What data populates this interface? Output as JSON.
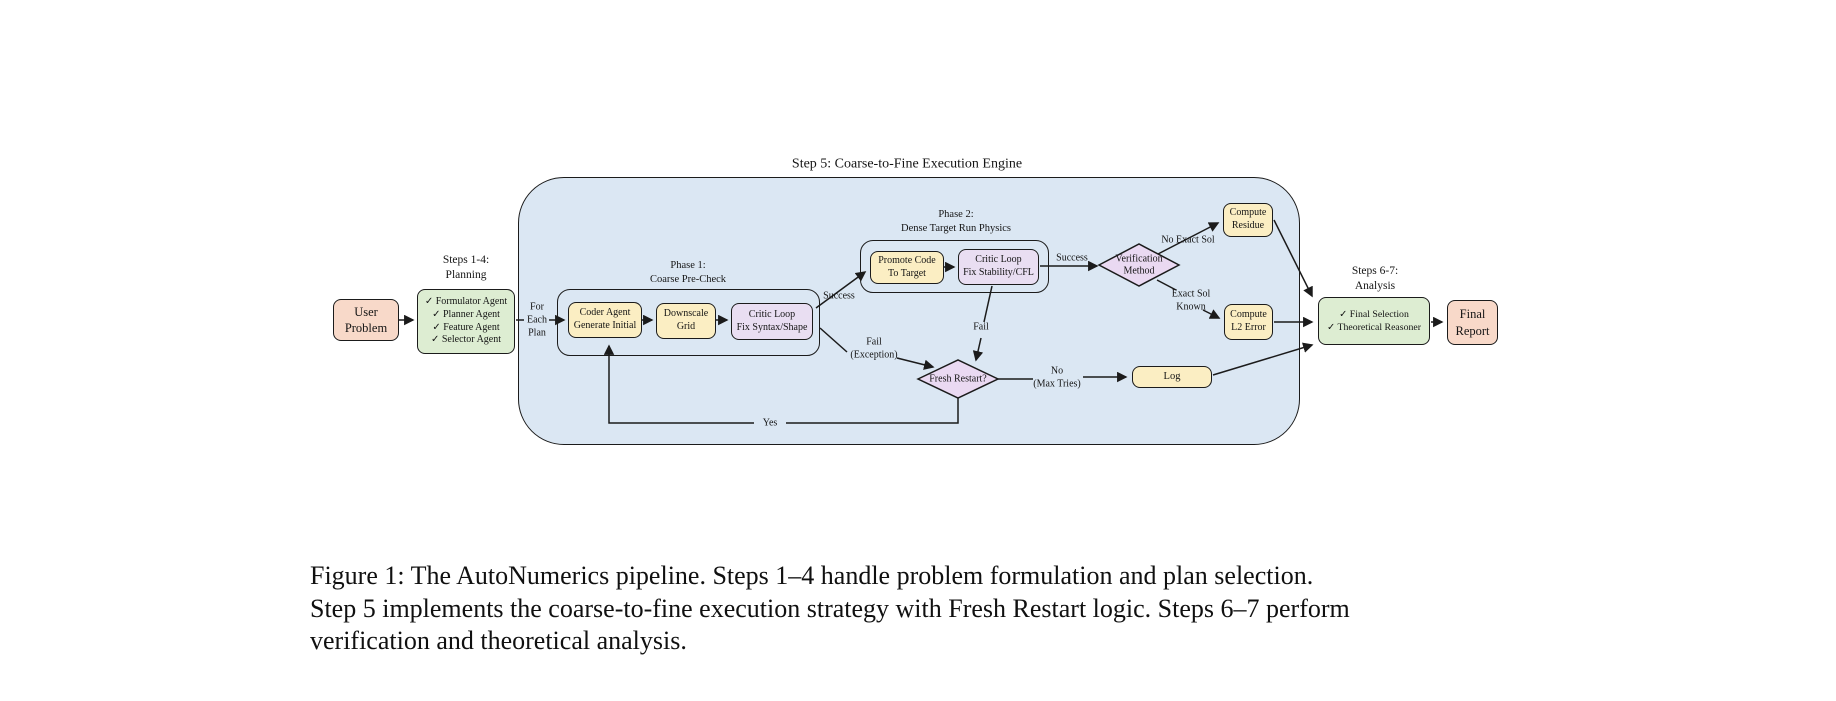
{
  "figure": {
    "engine_title": "Step 5: Coarse-to-Fine Execution Engine",
    "stage_labels": {
      "steps14": [
        "Steps 1-4:",
        "Planning"
      ],
      "steps67": [
        "Steps 6-7:",
        "Analysis"
      ],
      "phase1": [
        "Phase 1:",
        "Coarse Pre-Check"
      ],
      "phase2": [
        "Phase 2:",
        "Dense Target Run Physics"
      ],
      "for_each_plan": [
        "For",
        "Each",
        "Plan"
      ]
    },
    "nodes": {
      "user_problem": [
        "User",
        "Problem"
      ],
      "planning_agents": [
        "✓ Formulator Agent",
        "✓ Planner Agent",
        "✓ Feature Agent",
        "✓ Selector Agent"
      ],
      "coder": [
        "Coder Agent",
        "Generate Initial"
      ],
      "downscale": [
        "Downscale",
        "Grid"
      ],
      "critic_syntax": [
        "Critic Loop",
        "Fix Syntax/Shape"
      ],
      "promote": [
        "Promote Code",
        "To Target"
      ],
      "critic_stability": [
        "Critic Loop",
        "Fix Stability/CFL"
      ],
      "verification": [
        "Verification",
        "Method"
      ],
      "compute_residue": [
        "Compute",
        "Residue"
      ],
      "compute_l2": [
        "Compute",
        "L2 Error"
      ],
      "log": "Log",
      "fresh_restart": "Fresh Restart?",
      "analysis_agents": [
        "✓ Final Selection",
        "✓ Theoretical Reasoner"
      ],
      "final_report": [
        "Final",
        "Report"
      ]
    },
    "edge_labels": {
      "success1": "Success",
      "success2": "Success",
      "fail": "Fail",
      "fail_exception": [
        "Fail",
        "(Exception)"
      ],
      "no_exact_sol": "No Exact Sol",
      "exact_sol_known": [
        "Exact Sol",
        "Known"
      ],
      "no_max_tries": [
        "No",
        "(Max Tries)"
      ],
      "yes": "Yes"
    }
  },
  "caption": {
    "lines": [
      "Figure 1: The AutoNumerics pipeline. Steps 1–4 handle problem formulation and plan selection.",
      "Step 5 implements the coarse-to-fine execution strategy with Fresh Restart logic. Steps 6–7 perform",
      "verification and theoretical analysis."
    ]
  },
  "colors": {
    "engine_background": "#dbe7f3",
    "agent_yellow": "#fbeec3",
    "critic_purple": "#e9def2",
    "planning_green": "#ddedd2",
    "endpoint_pink": "#f8d9c9",
    "stroke": "#1b1b1b"
  }
}
